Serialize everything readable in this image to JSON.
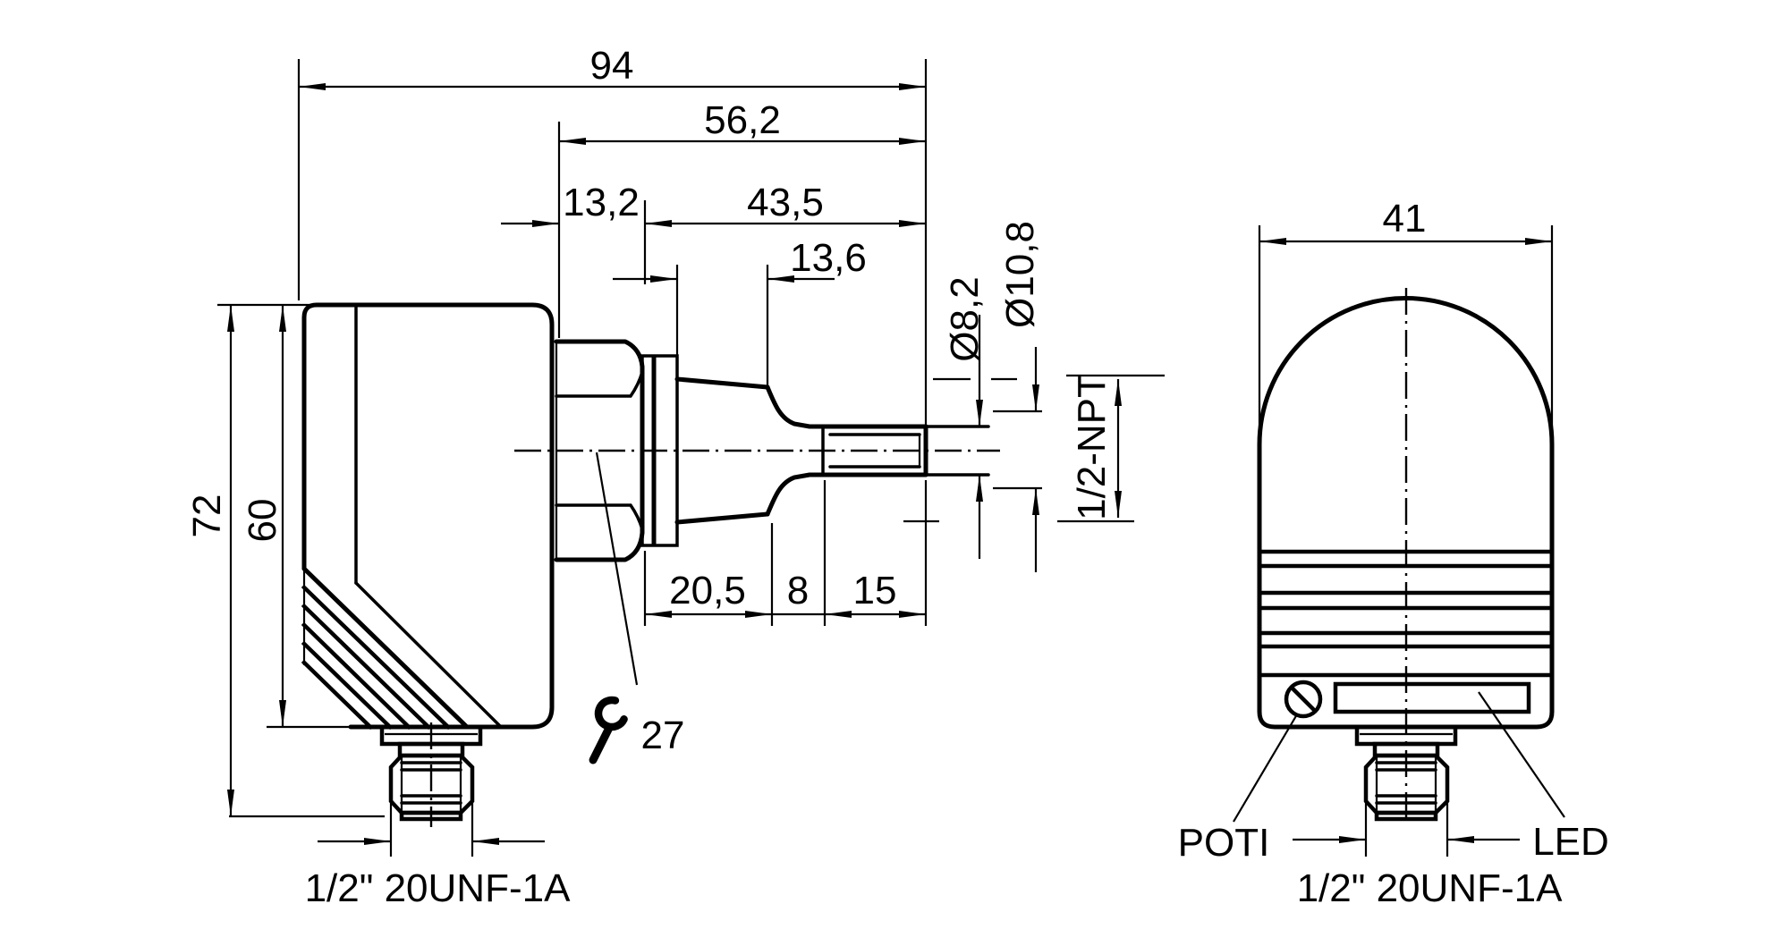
{
  "side": {
    "dim_overall_length": "94",
    "dim_insert_length": "56,2",
    "dim_hex_length": "13,2",
    "dim_thread_to_tip": "43,5",
    "dim_npt_length": "13,6",
    "dim_cone_length": "20,5",
    "dim_neck_length": "8",
    "dim_tip_length": "15",
    "dim_total_height": "72",
    "dim_body_height": "60",
    "dia_tip": "Ø8,2",
    "dia_sleeve": "Ø10,8",
    "thread_process": "1/2-NPT",
    "wrench_size": "27",
    "thread_connector": "1/2\" 20UNF-1A"
  },
  "front": {
    "dim_width": "41",
    "label_poti": "POTI",
    "label_led": "LED",
    "thread_connector": "1/2\" 20UNF-1A"
  },
  "colors": {
    "line": "#000000",
    "background": "#ffffff"
  }
}
